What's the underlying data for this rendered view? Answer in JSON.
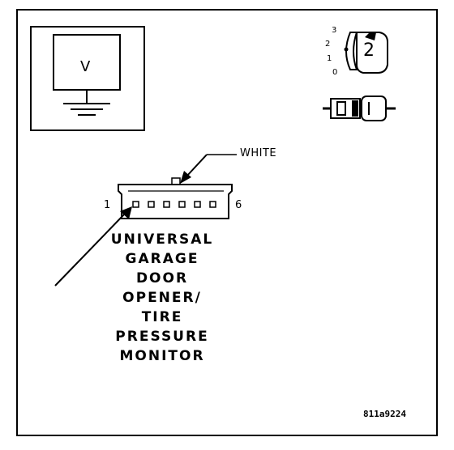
{
  "meter": {
    "symbol": "V"
  },
  "connector_icon": {
    "key_number": "2",
    "positions": [
      "3",
      "2",
      "1",
      "0"
    ]
  },
  "wire": {
    "color_label": "WHITE"
  },
  "connector": {
    "pin_first": "1",
    "pin_last": "6",
    "name_lines": [
      "UNIVERSAL",
      "GARAGE",
      "DOOR",
      "OPENER/",
      "TIRE",
      "PRESSURE",
      "MONITOR"
    ]
  },
  "figure_id": "811a9224",
  "colors": {
    "ink": "#000000",
    "paper": "#ffffff"
  }
}
